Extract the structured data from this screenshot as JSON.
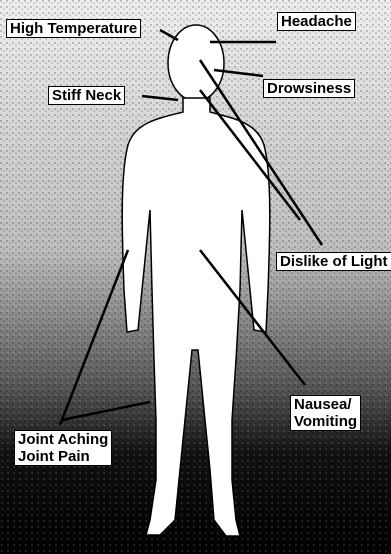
{
  "diagram": {
    "colors": {
      "background_top": "#e8e8e8",
      "background_bottom": "#000000",
      "figure": "#ffffff",
      "line": "#000000",
      "label_bg": "#ffffff",
      "label_text": "#000000"
    },
    "labels": {
      "high_temperature": "High Temperature",
      "headache": "Headache",
      "stiff_neck": "Stiff Neck",
      "drowsiness": "Drowsiness",
      "dislike_of_light": "Dislike of Light",
      "nausea_line1": "Nausea/",
      "nausea_line2": "Vomiting",
      "joint_line1": "Joint Aching",
      "joint_line2": "Joint Pain"
    }
  }
}
